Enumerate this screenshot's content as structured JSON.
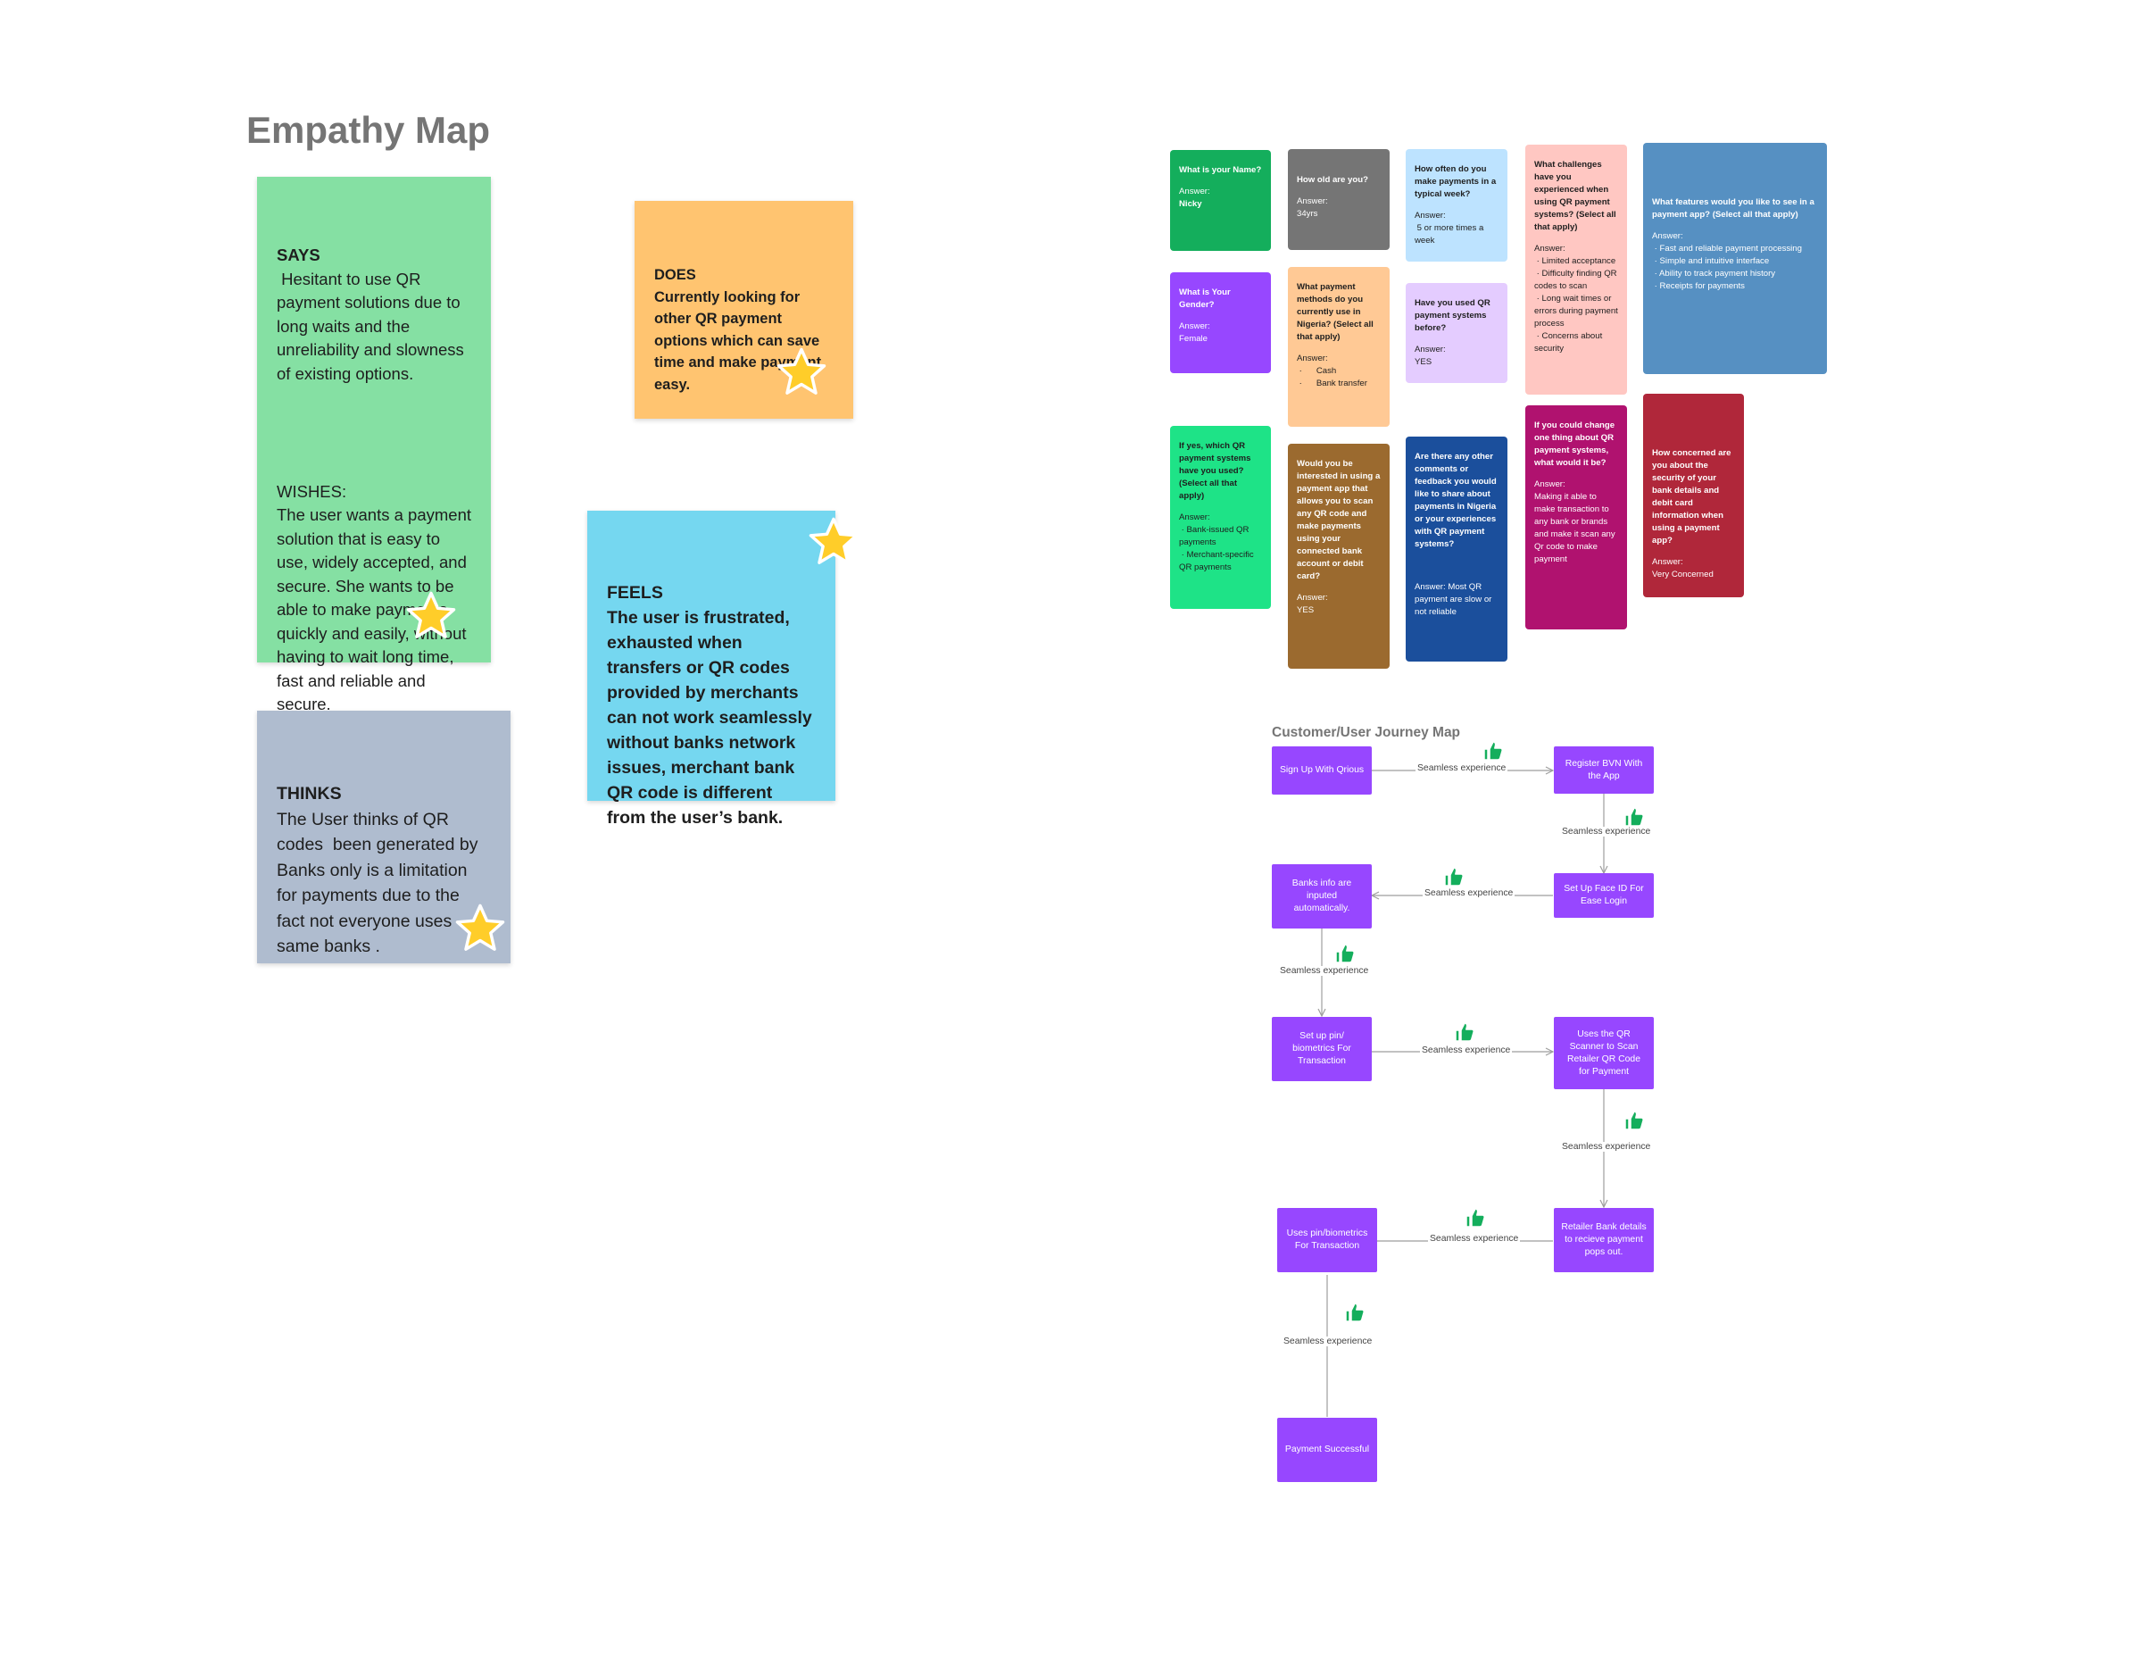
{
  "title": "Empathy Map",
  "notes": {
    "says": {
      "heading": "SAYS",
      "text": " Hesitant to use QR payment solutions due to long waits and the unreliability and slowness of existing options.",
      "wishes_heading": "WISHES:",
      "wishes_text": "The user wants a payment solution that is easy to use, widely accepted, and secure. She wants to be able to make payments quickly and easily, without having to wait long time, fast and reliable and secure.",
      "color": "#85e0a3"
    },
    "does": {
      "heading": "DOES",
      "text": "Currently looking for other QR payment options which can save time and make payment easy.",
      "color": "#ffc470"
    },
    "feels": {
      "heading": "FEELS",
      "text": "The user is frustrated, exhausted when transfers or QR codes provided by merchants can not work seamlessly without banks network issues, merchant bank QR code is different from the user’s bank.",
      "color": "#75d7f0"
    },
    "thinks": {
      "heading": "THINKS",
      "text": "The User thinks of QR codes  been generated by Banks only is a limitation for payments due to the fact not everyone uses same banks .",
      "color": "#afbccf"
    }
  },
  "survey_cards": [
    {
      "question": "What is your Name?",
      "answer_label": "Answer:",
      "answer": "Nicky",
      "color": "#14ae5c",
      "text_color": "#ffffff"
    },
    {
      "question": "How old are you?",
      "answer_label": "Answer:",
      "answer": "34yrs",
      "color": "#757575",
      "text_color": "#ffffff"
    },
    {
      "question": "How often do you make payments in a typical week?",
      "answer_label": "Answer:",
      "answer": " 5 or more times a week",
      "color": "#bde3ff",
      "text_color": "#1e1e1e"
    },
    {
      "question": "What challenges have you experienced when using QR payment systems? (Select all that apply)",
      "answer_label": "Answer:",
      "answer": " · Limited acceptance\n · Difficulty finding QR codes to scan\n · Long wait times or errors during payment process\n · Concerns about security",
      "color": "#ffc7c2",
      "text_color": "#1e1e1e"
    },
    {
      "question": "What features would you like to see in a payment app? (Select all that apply)",
      "answer_label": "Answer:",
      "answer": " · Fast and reliable payment processing\n · Simple and intuitive interface\n · Ability to track payment history\n · Receipts for payments",
      "color": "#5690c2",
      "text_color": "#ffffff"
    },
    {
      "question": "What is Your Gender?",
      "answer_label": "Answer:",
      "answer": "Female",
      "color": "#9747ff",
      "text_color": "#ffffff"
    },
    {
      "question": "What payment methods do you currently use in Nigeria? (Select all that apply)",
      "answer_label": "Answer:",
      "answer": " ·      Cash\n ·      Bank transfer",
      "color": "#ffc995",
      "text_color": "#1e1e1e"
    },
    {
      "question": "Have you used QR payment systems before?",
      "answer_label": "Answer:",
      "answer": "YES",
      "color": "#e4ccff",
      "text_color": "#1e1e1e"
    },
    {
      "question": "If yes, which QR payment systems have you used? (Select all that apply)",
      "answer_label": "Answer:",
      "answer": " · Bank-issued QR payments\n · Merchant-specific QR payments",
      "color": "#1ee387",
      "text_color": "#1e1e1e"
    },
    {
      "question": "Would you be interested in using a payment app that allows you to scan any QR code and make payments using your connected bank account or debit card?",
      "answer_label": "Answer:",
      "answer": "YES",
      "color": "#9b6a2f",
      "text_color": "#ffffff"
    },
    {
      "question": "Are there any other comments or feedback you would like to share about payments in Nigeria or your experiences with QR payment systems?",
      "answer_label": "",
      "answer": "Answer: Most QR payment are slow or not reliable",
      "color": "#1b4f9c",
      "text_color": "#ffffff"
    },
    {
      "question": "If you could change one thing about QR payment systems, what would it be?",
      "answer_label": "Answer:",
      "answer": "Making it able to make transaction to any bank or brands and make it scan any Qr code to make payment",
      "color": "#b0126f",
      "text_color": "#ffffff"
    },
    {
      "question": "How concerned are you about the security of your bank details and debit card information when using a payment app?",
      "answer_label": "Answer:",
      "answer": "Very Concerned",
      "color": "#b0273a",
      "text_color": "#ffffff"
    }
  ],
  "journey": {
    "title": "Customer/User Journey Map",
    "steps": [
      "Sign Up With Qrious",
      "Register BVN With the App",
      "Set Up Face ID For Ease Login",
      "Banks info are inputed automatically.",
      "Set up pin/ biometrics For Transaction",
      "Uses the QR Scanner to Scan Retailer QR Code for Payment",
      "Retailer Bank details to recieve payment pops out.",
      "Uses pin/biometrics For Transaction",
      "Payment Successful"
    ],
    "connector_label": "Seamless experience",
    "step_color": "#9747ff",
    "thumb_color": "#14ae5c"
  },
  "icons": {
    "star": "star-icon",
    "thumb": "thumbs-up-icon"
  }
}
